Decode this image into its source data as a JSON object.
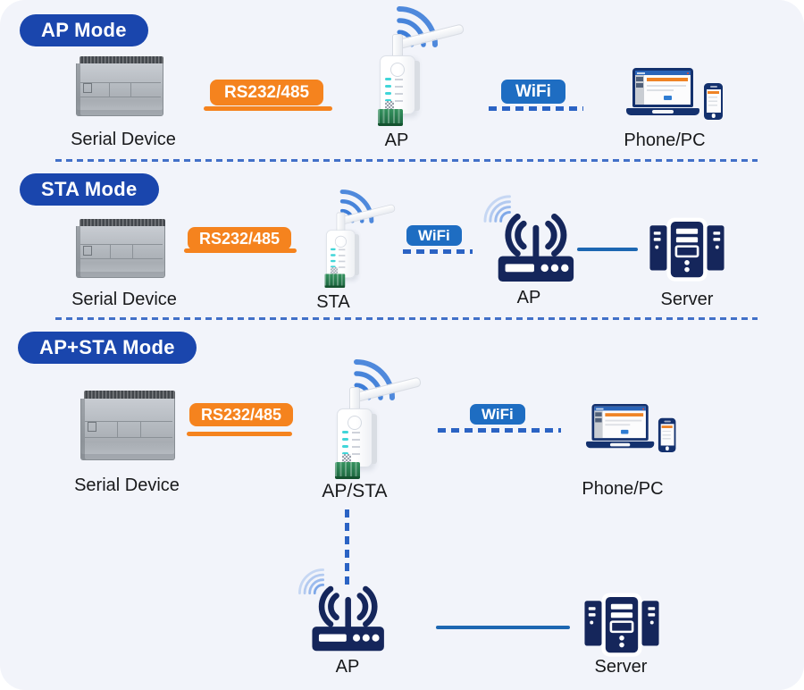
{
  "colors": {
    "mode_badge_blue": "#1a46ad",
    "wifi_badge_blue": "#1e6dc2",
    "link_orange": "#f5831e",
    "icon_navy": "#15265b",
    "dash_blue": "#2b63c4",
    "background": "#f2f4fa",
    "led_cyan": "#40d5d8",
    "terminal_green": "#27875b"
  },
  "sections": [
    {
      "mode": "AP Mode",
      "serial": "Serial Device",
      "serial_link": "RS232/485",
      "device": "AP",
      "wireless_link": "WiFi",
      "endpoint": "Phone/PC"
    },
    {
      "mode": "STA Mode",
      "serial": "Serial Device",
      "serial_link": "RS232/485",
      "device": "STA",
      "wireless_link": "WiFi",
      "router": "AP",
      "endpoint": "Server"
    },
    {
      "mode": "AP+STA Mode",
      "serial": "Serial Device",
      "serial_link": "RS232/485",
      "device": "AP/STA",
      "wireless_link": "WiFi",
      "endpoint": "Phone/PC",
      "router": "AP",
      "server": "Server"
    }
  ]
}
